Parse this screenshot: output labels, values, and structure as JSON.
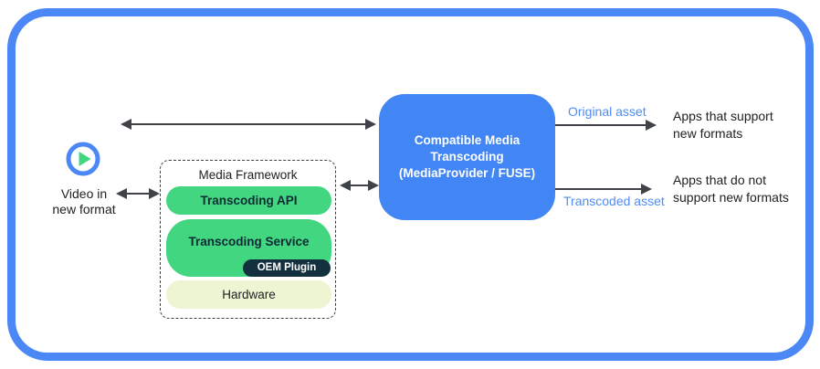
{
  "colors": {
    "border_blue": "#4b87f5",
    "box_blue": "#4285f4",
    "label_blue": "#4e8cf6",
    "green": "#41d67f",
    "green_text": "#0e2a35",
    "navy": "#12303e",
    "pale_yellow": "#eef5d2",
    "arrow_gray": "#3f4347",
    "text_dark": "#202124"
  },
  "source": {
    "label": "Video in new format"
  },
  "media_framework": {
    "title": "Media Framework",
    "layers": {
      "api": "Transcoding API",
      "service": "Transcoding Service",
      "oem_plugin": "OEM Plugin",
      "hardware": "Hardware"
    }
  },
  "transcoder": {
    "line1": "Compatible Media",
    "line2": "Transcoding",
    "line3": "(MediaProvider / FUSE)"
  },
  "outputs": {
    "original": {
      "arrow_label": "Original asset",
      "target": "Apps that support new formats"
    },
    "transcoded": {
      "arrow_label": "Transcoded asset",
      "target": "Apps that do not support new formats"
    }
  }
}
